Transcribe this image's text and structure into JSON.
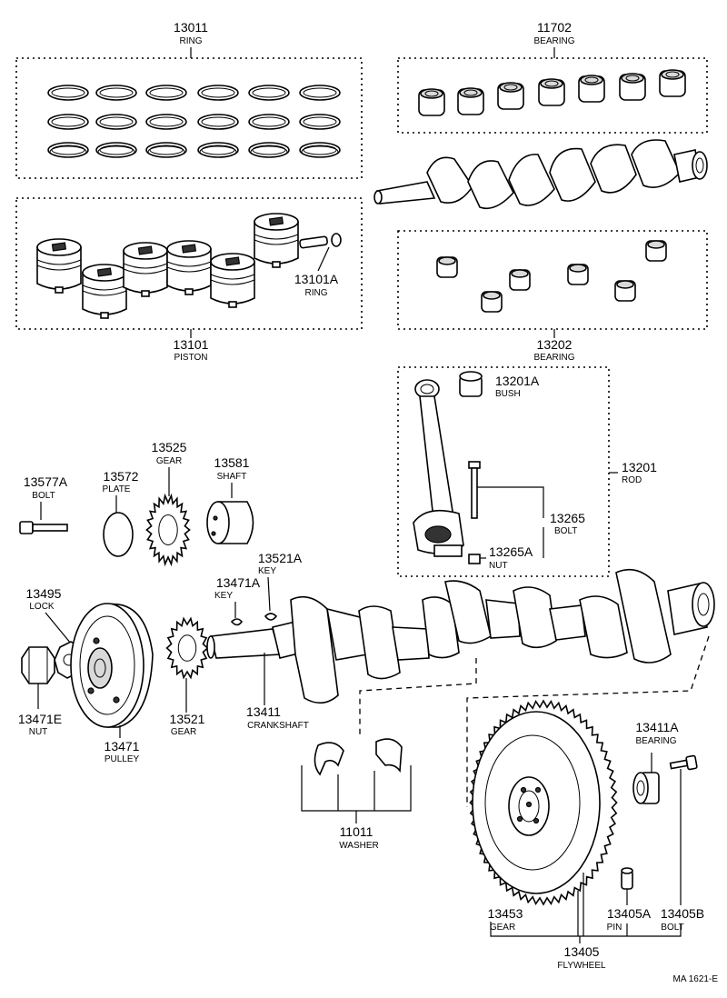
{
  "parts": {
    "ring": {
      "number": "13011",
      "name": "RING"
    },
    "bearing_main": {
      "number": "11702",
      "name": "BEARING"
    },
    "piston": {
      "number": "13101",
      "name": "PISTON"
    },
    "piston_pin_ring": {
      "number": "13101A",
      "name": "RING"
    },
    "bearing_rod": {
      "number": "13202",
      "name": "BEARING"
    },
    "bush": {
      "number": "13201A",
      "name": "BUSH"
    },
    "rod": {
      "number": "13201",
      "name": "ROD"
    },
    "rod_bolt": {
      "number": "13265",
      "name": "BOLT"
    },
    "rod_nut": {
      "number": "13265A",
      "name": "NUT"
    },
    "bolt": {
      "number": "13577A",
      "name": "BOLT"
    },
    "plate": {
      "number": "13572",
      "name": "PLATE"
    },
    "gear_13525": {
      "number": "13525",
      "name": "GEAR"
    },
    "shaft": {
      "number": "13581",
      "name": "SHAFT"
    },
    "key_13521a": {
      "number": "13521A",
      "name": "KEY"
    },
    "key_13471a": {
      "number": "13471A",
      "name": "KEY"
    },
    "lock": {
      "number": "13495",
      "name": "LOCK"
    },
    "nut": {
      "number": "13471E",
      "name": "NUT"
    },
    "pulley": {
      "number": "13471",
      "name": "PULLEY"
    },
    "crank_gear": {
      "number": "13521",
      "name": "GEAR"
    },
    "crankshaft": {
      "number": "13411",
      "name": "CRANKSHAFT"
    },
    "washer": {
      "number": "11011",
      "name": "WASHER"
    },
    "pilot_bearing": {
      "number": "13411A",
      "name": "BEARING"
    },
    "ring_gear": {
      "number": "13453",
      "name": "GEAR"
    },
    "pin": {
      "number": "13405A",
      "name": "PIN"
    },
    "flywheel_bolt": {
      "number": "13405B",
      "name": "BOLT"
    },
    "flywheel": {
      "number": "13405",
      "name": "FLYWHEEL"
    }
  },
  "figure_code": "MA 1621-E"
}
